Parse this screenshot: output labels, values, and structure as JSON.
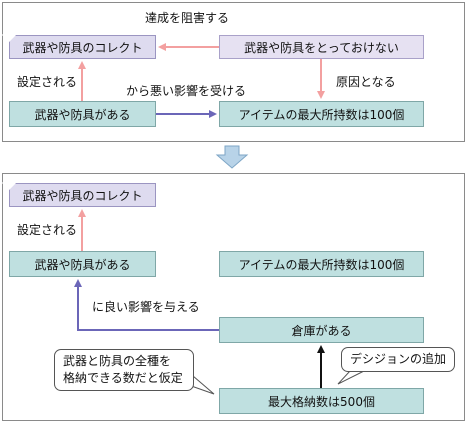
{
  "colors": {
    "teal_fill": "#bfe0e0",
    "lavender_fill": "#e6e1f2",
    "red_arrow": "#f3a0a0",
    "blue_arrow": "#6b66b8",
    "black_arrow": "#111111",
    "transition_arrow": "#b8d3e8"
  },
  "top": {
    "goal": "武器や防具のコレクト",
    "has_equipment": "武器や防具がある",
    "cannot_keep": "武器や防具をとっておけない",
    "item_limit": "アイテムの最大所持数は100個",
    "label_hinder": "達成を阻害する",
    "label_set": "設定される",
    "label_bad_influence": "から悪い影響を受ける",
    "label_cause": "原因となる"
  },
  "bottom": {
    "goal": "武器や防具のコレクト",
    "has_equipment": "武器や防具がある",
    "item_limit": "アイテムの最大所持数は100個",
    "warehouse": "倉庫がある",
    "max_storage": "最大格納数は500個",
    "label_set": "設定される",
    "label_good_influence": "に良い影響を与える",
    "callout_assumption_line1": "武器と防具の全種を",
    "callout_assumption_line2": "格納できる数だと仮定",
    "callout_decision": "デシジョンの追加"
  }
}
